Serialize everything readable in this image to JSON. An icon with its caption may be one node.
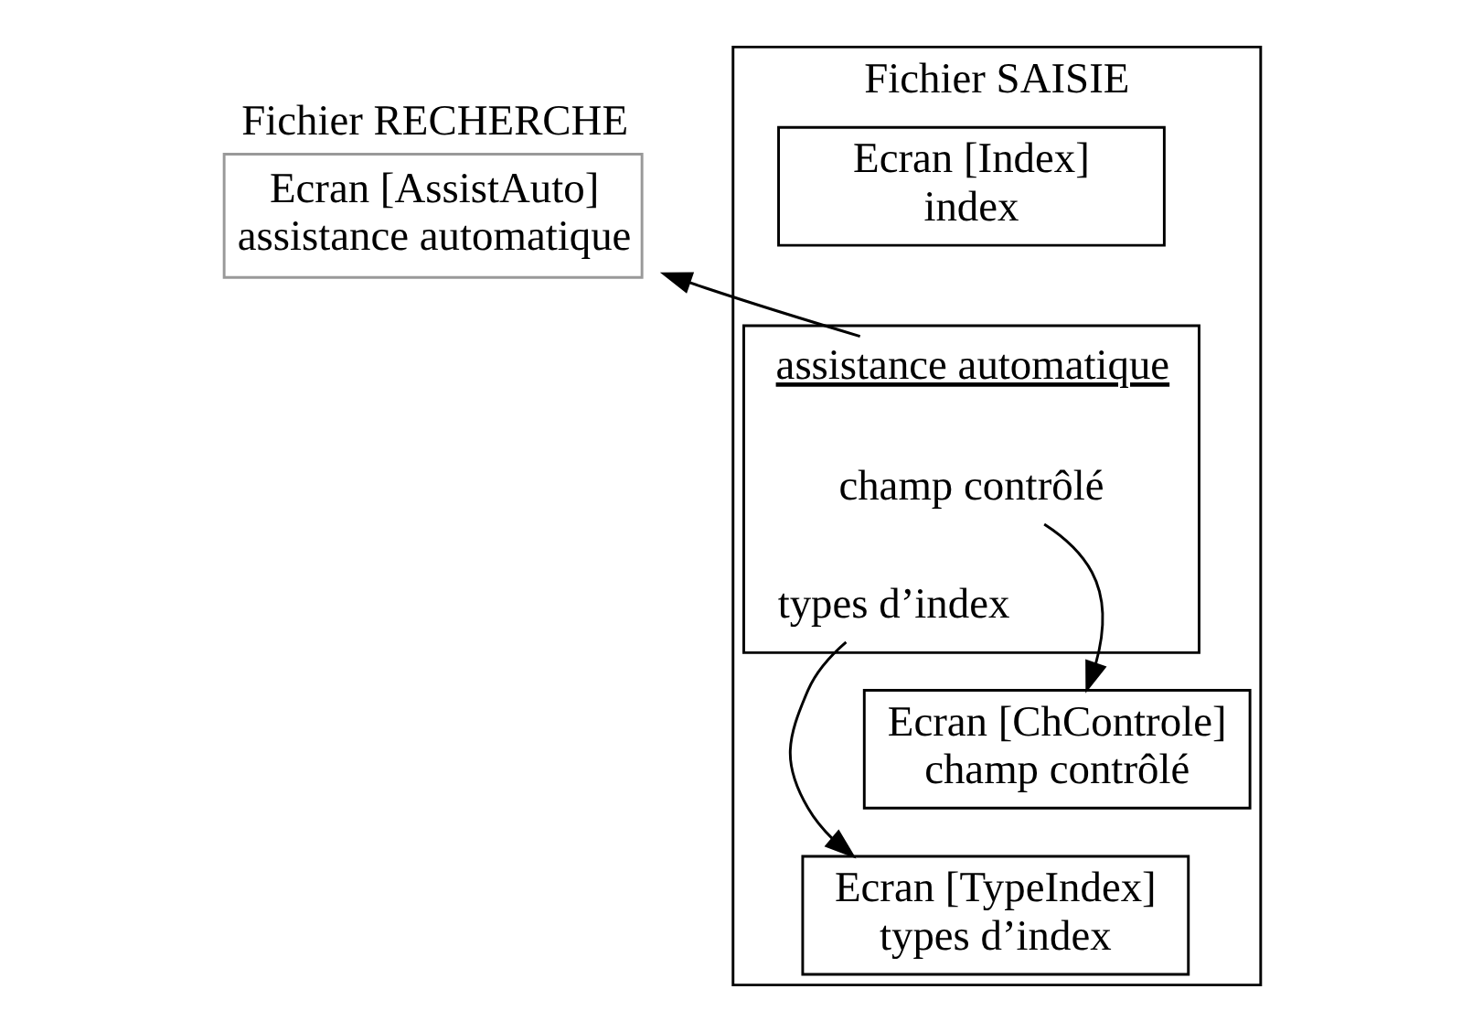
{
  "diagram": {
    "nodes": [
      {
        "text": [
          "Fichier RECHERCHE",
          "Ecran [AssistAuto]",
          "assistance automatique"
        ]
      },
      {
        "text": [
          "Fichier SAISIE"
        ]
      },
      {
        "text": [
          "Ecran [Index]",
          "index"
        ],
        "in": 1
      },
      {
        "text": [],
        "shape": "box",
        "in": 1
      },
      {
        "text": [
          "assistance automatique"
        ],
        "in": 3
      },
      {
        "text": [
          "champ contrôlé"
        ],
        "in": 3
      },
      {
        "text": [
          "types d’index"
        ],
        "in": 3
      },
      {
        "text": [
          "Ecran [ChControle]",
          "champ contrôlé"
        ],
        "in": 1
      },
      {
        "text": [
          "Ecran [TypeIndex]",
          "types d’index"
        ],
        "in": 1
      }
    ],
    "edges": [
      {
        "from": 4,
        "to": 0,
        "arrow": "to"
      },
      {
        "from": 5,
        "to": 7,
        "arrow": "to"
      },
      {
        "from": 6,
        "to": 8,
        "arrow": "to"
      }
    ]
  }
}
